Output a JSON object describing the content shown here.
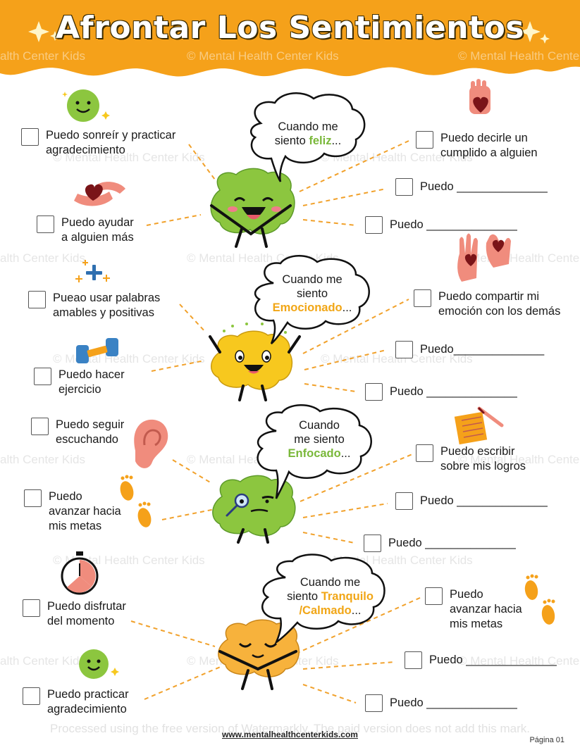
{
  "title": "Afrontar Los Sentimientos",
  "watermarks": {
    "site": "© Mental Health Center Kids",
    "site_partial": "alth Center Kids",
    "tool": "Processed using the free version of Watermarkly. The paid version does not add this mark."
  },
  "footer": {
    "website": "www.mentalhealthcenterkids.com",
    "page": "Página 01"
  },
  "colors": {
    "orange": "#f5a11a",
    "green_brain": "#8cc63f",
    "yellow_brain": "#f7c81e",
    "peach_brain": "#f7b23c",
    "dashes": "#f1a12b"
  },
  "sections": [
    {
      "bubble": {
        "before": "Cuando me\nsiento ",
        "emotion": "feliz",
        "after": "..."
      },
      "left": [
        "Puedo sonreír y practicar\nagradecimiento",
        "Puedo ayudar\na alguien más"
      ],
      "right": [
        "Puedo decirle un\ncumplido a alguien",
        "Puedo ______________",
        "Puedo ______________"
      ]
    },
    {
      "bubble": {
        "before": "Cuando me\nsiento\n",
        "emotion": "Emocionado",
        "after": "..."
      },
      "left": [
        "Pueao usar palabras\namables y positivas",
        "Puedo hacer\nejercicio"
      ],
      "right": [
        "Puedo compartir mi\nemoción con los demás",
        "Puedo______________",
        "Puedo ______________"
      ]
    },
    {
      "bubble": {
        "before": "Cuando\nme siento\n",
        "emotion": "Enfocado",
        "after": "..."
      },
      "left": [
        "Puedo seguir\nescuchando",
        "Puedo\navanzar hacia\nmis metas"
      ],
      "right": [
        "Puedo escribir\nsobre mis logros",
        "Puedo ______________",
        "Puedo ______________"
      ]
    },
    {
      "bubble": {
        "before": "Cuando me\nsiento ",
        "emotion": "Tranquilo\n/Calmado",
        "after": "..."
      },
      "left": [
        "Puedo disfrutar\ndel momento",
        "Puedo practicar\nagradecimiento"
      ],
      "right": [
        "Puedo\navanzar hacia\nmis metas",
        "Puedo ______________",
        "Puedo ______________"
      ]
    }
  ]
}
